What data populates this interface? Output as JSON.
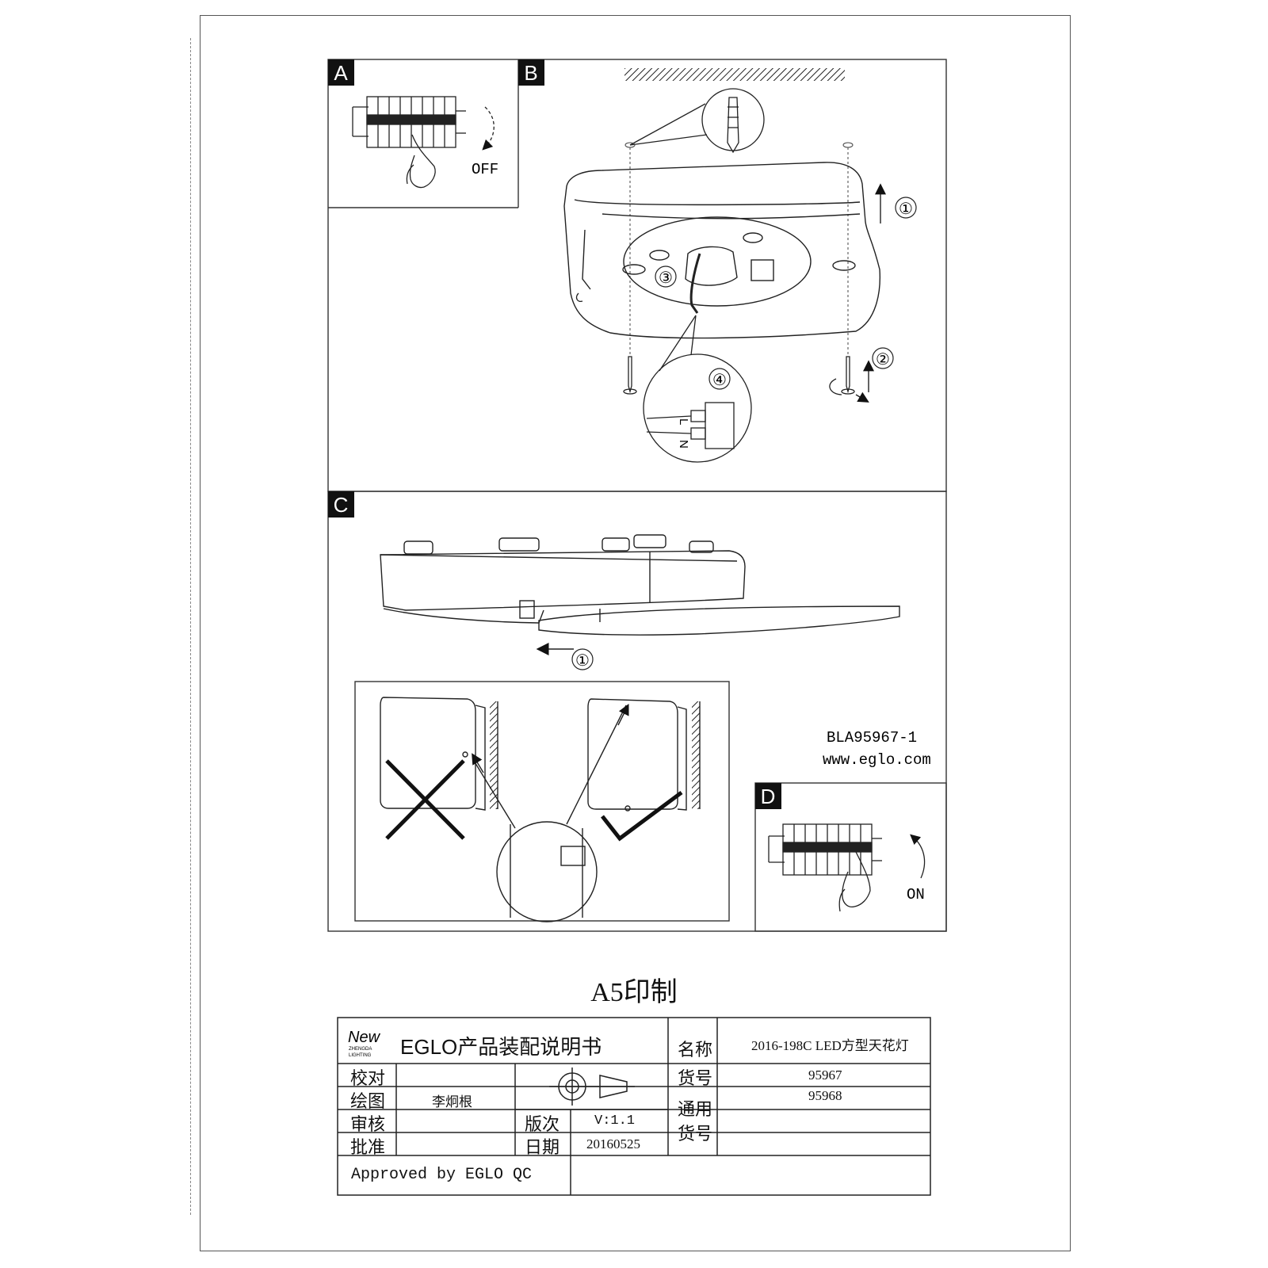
{
  "panels": {
    "a": {
      "label": "A",
      "switch_state": "OFF"
    },
    "b": {
      "label": "B",
      "steps": [
        "①",
        "②",
        "③",
        "④"
      ],
      "terminal_labels": [
        "L",
        "N"
      ]
    },
    "c": {
      "label": "C",
      "step": "①"
    },
    "d": {
      "label": "D",
      "switch_state": "ON"
    }
  },
  "doc_code": "BLA95967-1",
  "website": "www.eglo.com",
  "print_note": "A5印制",
  "title_block": {
    "logo_script": "New",
    "logo_sub1": "ZHENGDA",
    "logo_sub2": "LIGHTING",
    "doc_title": "EGLO产品装配说明书",
    "rows": {
      "check_label": "校对",
      "draw_label": "绘图",
      "draw_value": "李炯根",
      "review_label": "审核",
      "approve_label": "批准"
    },
    "version_label": "版次",
    "version_value": "V:1.1",
    "date_label": "日期",
    "date_value": "20160525",
    "name_label": "名称",
    "name_value": "2016-198C LED方型天花灯",
    "item_label": "货号",
    "item_values": [
      "95967",
      "95968"
    ],
    "general_label_1": "通用",
    "general_label_2": "货号",
    "approved_by": "Approved by EGLO QC"
  }
}
